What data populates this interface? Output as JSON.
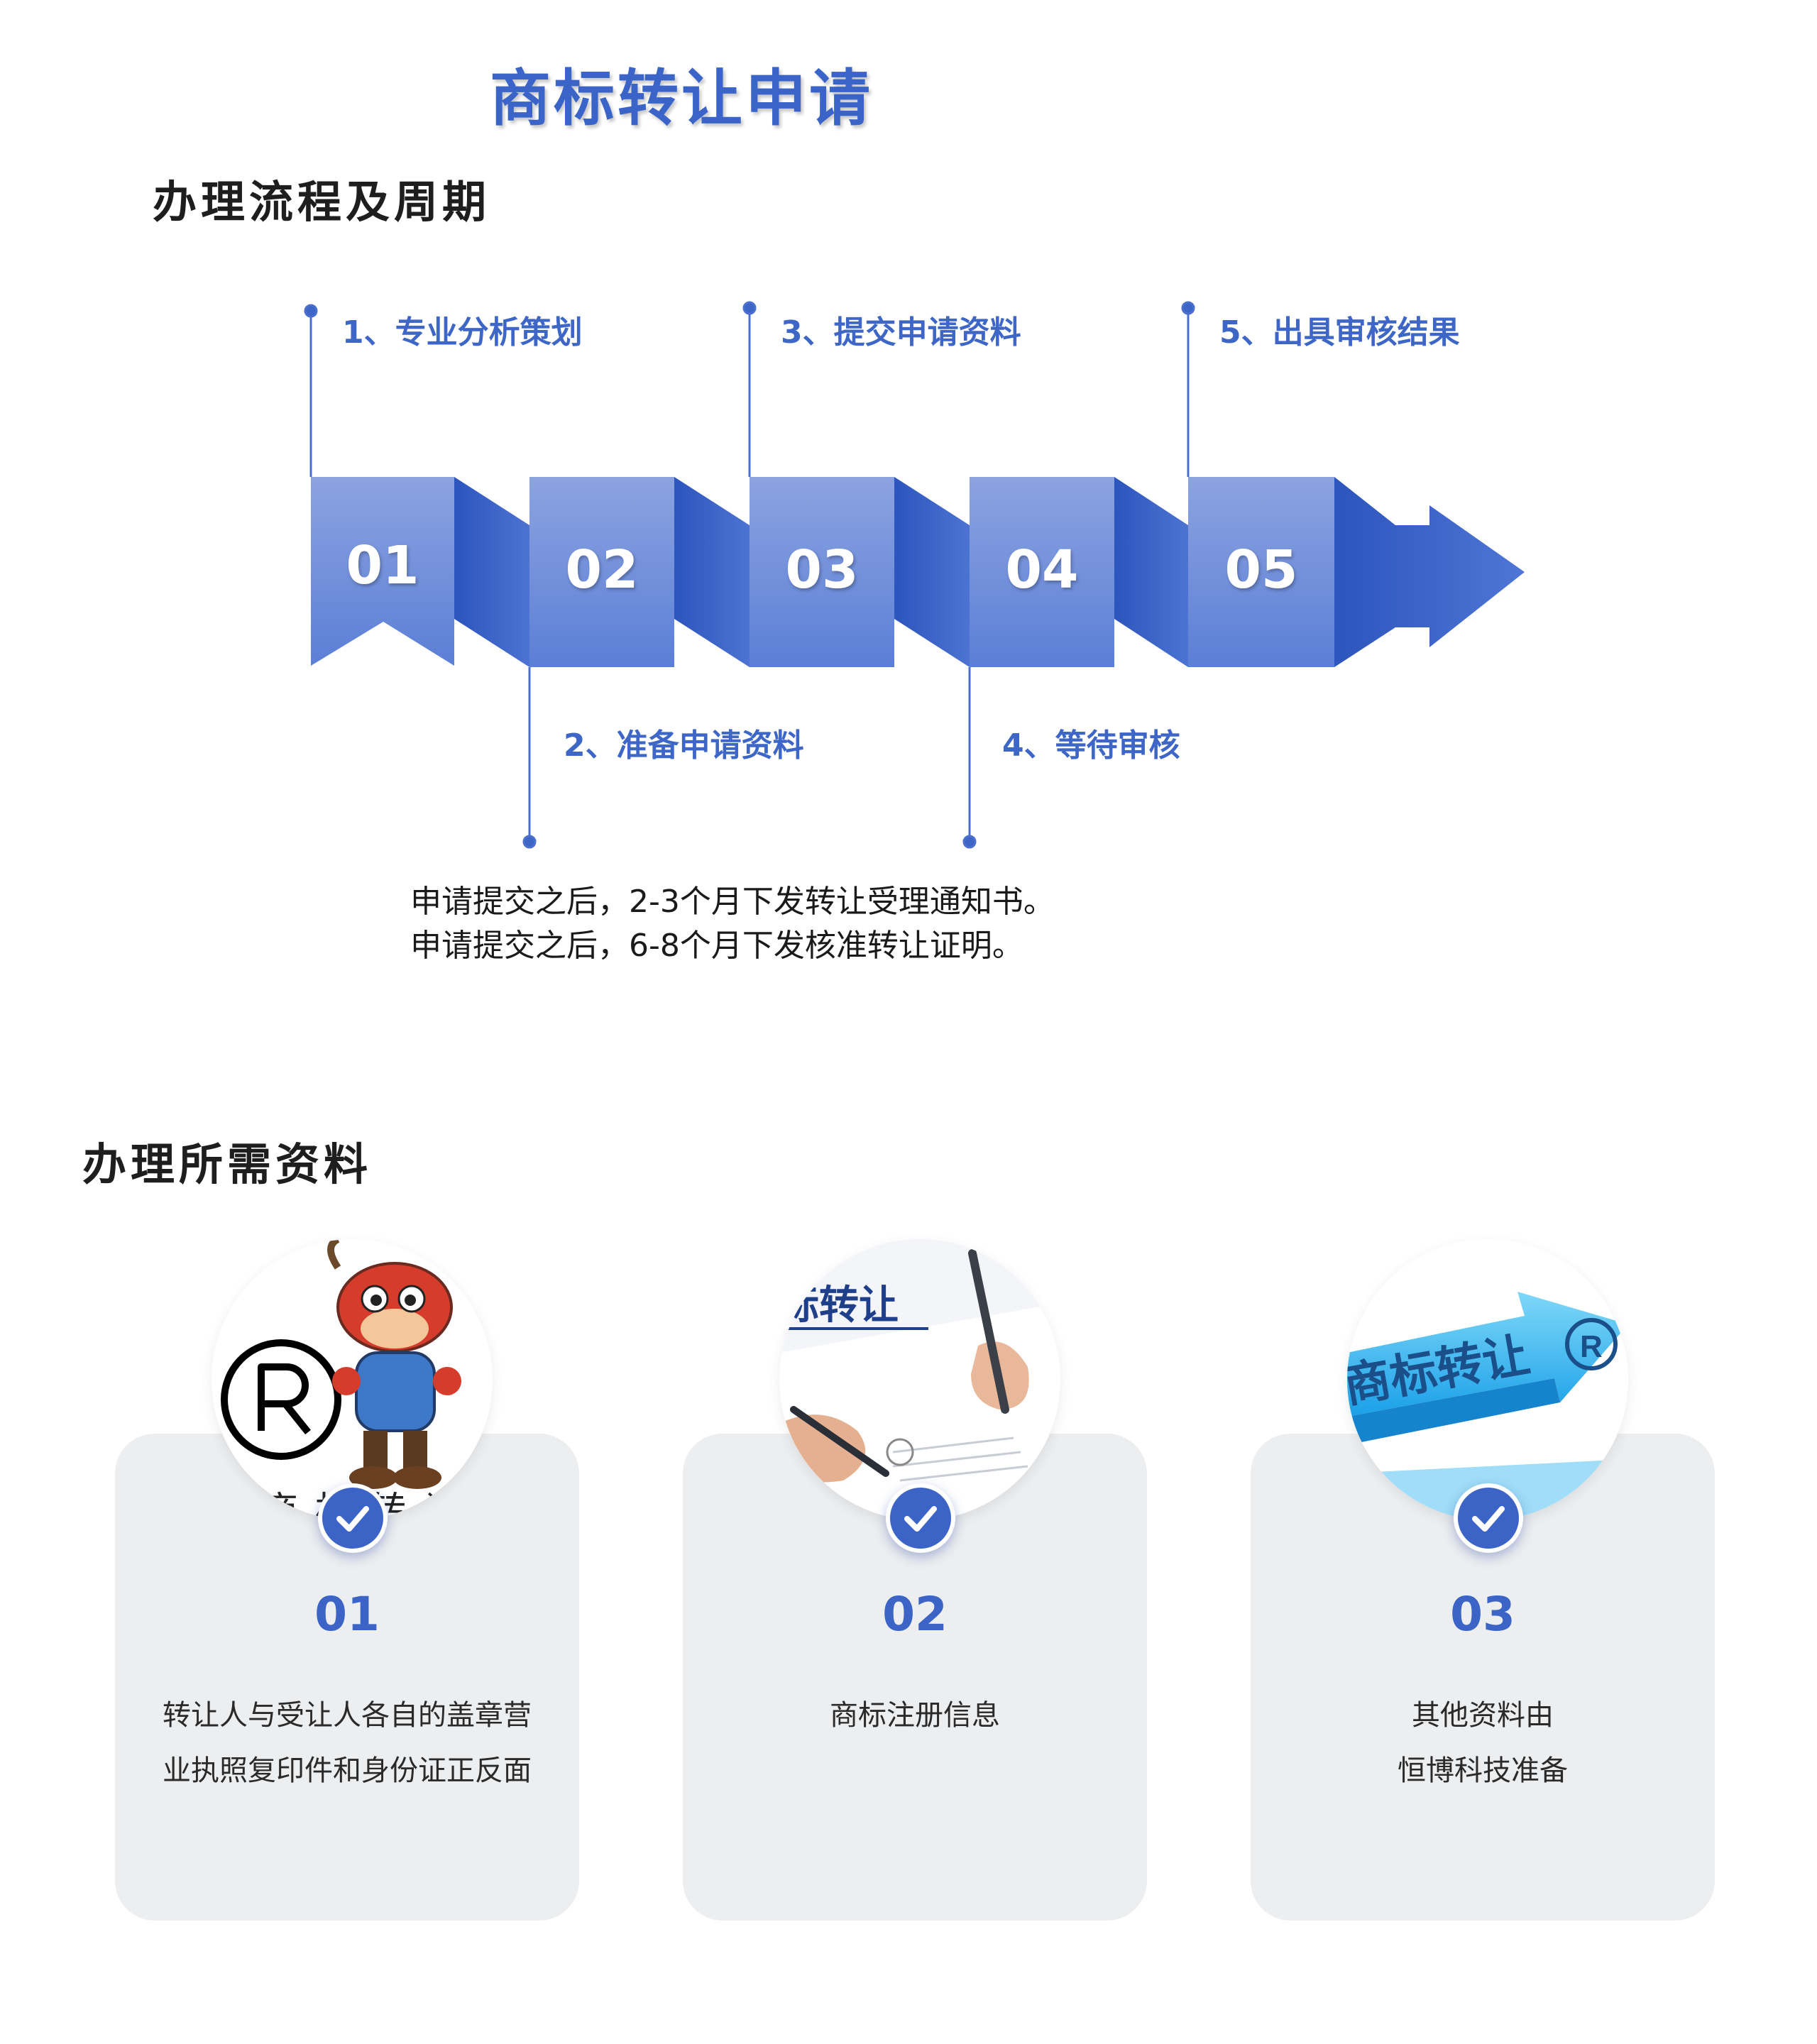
{
  "page": {
    "title": "商标转让申请",
    "title_color": "#3a64c8"
  },
  "process": {
    "section_title": "办理流程及周期",
    "steps": [
      {
        "number": "01",
        "label": "1、专业分析策划"
      },
      {
        "number": "02",
        "label": "2、准备申请资料"
      },
      {
        "number": "03",
        "label": "3、提交申请资料"
      },
      {
        "number": "04",
        "label": "4、等待审核"
      },
      {
        "number": "05",
        "label": "5、出具审核结果"
      }
    ],
    "accent_color": "#3d66c6",
    "timing": [
      "申请提交之后，2-3个月下发转让受理通知书。",
      "申请提交之后，6-8个月下发核准转让证明。"
    ]
  },
  "materials": {
    "section_title": "办理所需资料",
    "items": [
      {
        "number": "01",
        "lines": [
          "转让人与受让人各自的盖章营",
          "业执照复印件和身份证正反面"
        ],
        "image": "mascot-registered-icon"
      },
      {
        "number": "02",
        "lines": [
          "商标注册信息"
        ],
        "image": "signing-document-photo"
      },
      {
        "number": "03",
        "lines": [
          "其他资料由",
          "恒博科技准备"
        ],
        "image": "trademark-transfer-arrow-graphic"
      }
    ],
    "check_icon": "check-circle-icon",
    "card_bg": "#eceef0"
  }
}
